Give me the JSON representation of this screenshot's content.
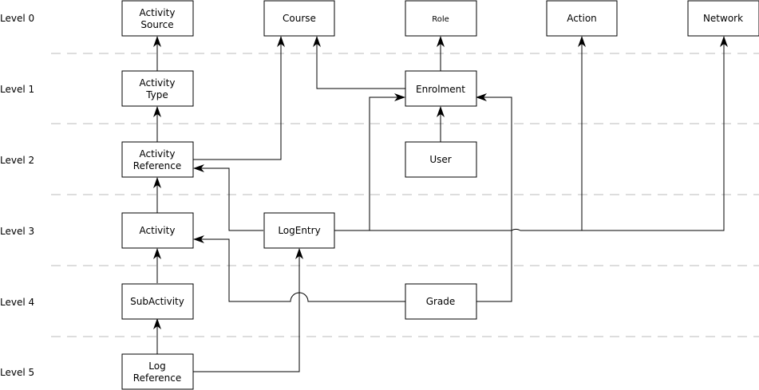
{
  "levels": [
    "Level 0",
    "Level 1",
    "Level 2",
    "Level 3",
    "Level 4",
    "Level 5"
  ],
  "nodes": {
    "activity_source": [
      "Activity",
      "Source"
    ],
    "course": [
      "Course"
    ],
    "role": [
      "Role"
    ],
    "action": [
      "Action"
    ],
    "network": [
      "Network"
    ],
    "activity_type": [
      "Activity",
      "Type"
    ],
    "enrolment": [
      "Enrolment"
    ],
    "activity_reference": [
      "Activity",
      "Reference"
    ],
    "user": [
      "User"
    ],
    "activity": [
      "Activity"
    ],
    "logentry": [
      "LogEntry"
    ],
    "subactivity": [
      "SubActivity"
    ],
    "grade": [
      "Grade"
    ],
    "log_reference": [
      "Log",
      "Reference"
    ]
  }
}
